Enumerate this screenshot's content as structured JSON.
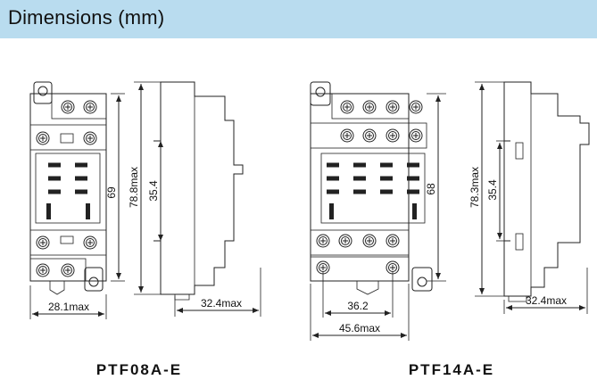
{
  "header": {
    "title": "Dimensions (mm)"
  },
  "left": {
    "model": "PTF08A-E",
    "front_height": "69",
    "front_width": "28.1max",
    "side_height": "78.8max",
    "rail_height": "35.4",
    "side_depth": "32.4max"
  },
  "right": {
    "model": "PTF14A-E",
    "front_height": "68",
    "front_inner_width": "36.2",
    "front_width": "45.6max",
    "side_height": "78.3max",
    "rail_height": "35.4",
    "side_depth": "32.4max"
  },
  "colors": {
    "header_band": "#b9dcef",
    "line": "#222222"
  }
}
